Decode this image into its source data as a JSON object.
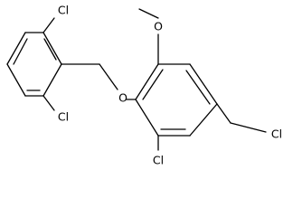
{
  "molecule": {
    "atom_labels": {
      "cl_ring_left_top": "Cl",
      "cl_ring_left_bottom": "Cl",
      "ether_oxygen": "O",
      "methoxy_oxygen": "O",
      "cl_ring_right": "Cl",
      "cl_chloromethyl": "Cl"
    },
    "colors": {
      "bond": "#000000",
      "label": "#000000",
      "background": "#ffffff"
    }
  }
}
